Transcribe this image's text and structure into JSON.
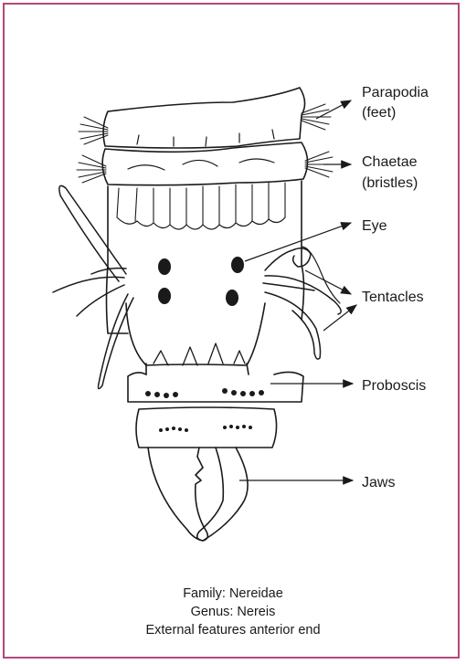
{
  "labels": {
    "parapodia": [
      "Parapodia",
      "(feet)"
    ],
    "chaetae": [
      "Chaetae",
      "(bristles)"
    ],
    "eye": "Eye",
    "tentacles": "Tentacles",
    "proboscis": "Proboscis",
    "jaws": "Jaws"
  },
  "caption": {
    "family": "Family: Nereidae",
    "genus": "Genus: Nereis",
    "description": "External features anterior end"
  },
  "colors": {
    "border": "#b5477a",
    "ink": "#1a1a1a"
  }
}
